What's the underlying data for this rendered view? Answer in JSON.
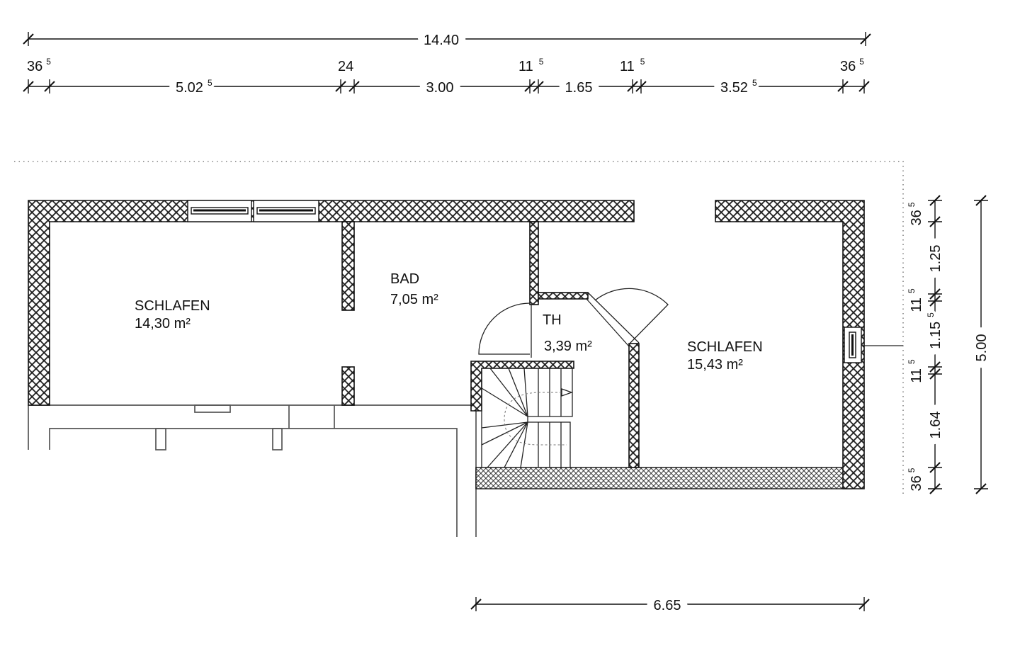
{
  "rooms": [
    {
      "name": "SCHLAFEN",
      "area": "14,30 m²"
    },
    {
      "name": "BAD",
      "area": "7,05 m²"
    },
    {
      "name": "TH",
      "area": "3,39 m²"
    },
    {
      "name": "SCHLAFEN",
      "area": "15,43 m²"
    }
  ],
  "dimensions": {
    "top_overall": "14.40",
    "top_chain": [
      {
        "value": "36",
        "sup": "5"
      },
      {
        "value": "5.02",
        "sup": "5"
      },
      {
        "value": "24"
      },
      {
        "value": "3.00"
      },
      {
        "value": "11",
        "sup": "5"
      },
      {
        "value": "1.65"
      },
      {
        "value": "11",
        "sup": "5"
      },
      {
        "value": "3.52",
        "sup": "5"
      },
      {
        "value": "36",
        "sup": "5"
      }
    ],
    "right_chain": [
      {
        "value": "36",
        "sup": "5"
      },
      {
        "value": "1.25"
      },
      {
        "value": "11",
        "sup": "5"
      },
      {
        "value": "1.15",
        "sup": "5"
      },
      {
        "value": "11",
        "sup": "5"
      },
      {
        "value": "1.64"
      },
      {
        "value": "36",
        "sup": "5"
      }
    ],
    "right_overall": "5.00",
    "bottom_overall": "6.65"
  }
}
